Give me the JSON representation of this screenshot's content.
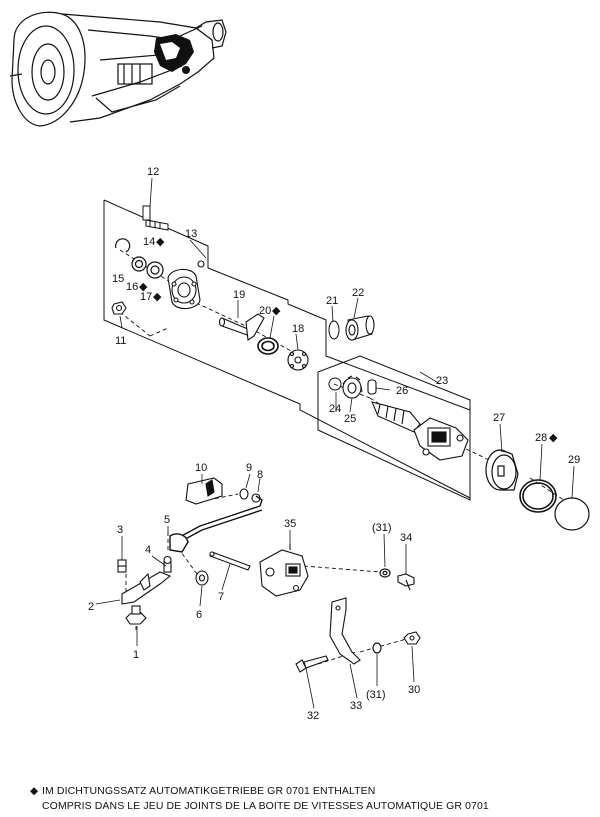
{
  "diagram": {
    "callouts": {
      "c1": "1",
      "c2": "2",
      "c3": "3",
      "c4": "4",
      "c5": "5",
      "c6": "6",
      "c7": "7",
      "c8": "8",
      "c9": "9",
      "c10": "10",
      "c11": "11",
      "c12": "12",
      "c13": "13",
      "c14": "14",
      "c15": "15",
      "c16": "16",
      "c17": "17",
      "c18": "18",
      "c19": "19",
      "c20": "20",
      "c21": "21",
      "c22": "22",
      "c23": "23",
      "c24": "24",
      "c25": "25",
      "c26": "26",
      "c27": "27",
      "c28": "28",
      "c29": "29",
      "c30": "30",
      "c31a": "(31)",
      "c31b": "(31)",
      "c32": "32",
      "c33": "33",
      "c34": "34",
      "c35": "35"
    },
    "seal_kit_symbol": "◆"
  },
  "footer": {
    "symbol": "◆",
    "line_de": "IM DICHTUNGSSATZ AUTOMATIKGETRIEBE GR 0701 ENTHALTEN",
    "line_fr": "COMPRIS DANS LE JEU DE JOINTS DE LA BOITE DE VITESSES AUTOMATIQUE GR 0701"
  }
}
